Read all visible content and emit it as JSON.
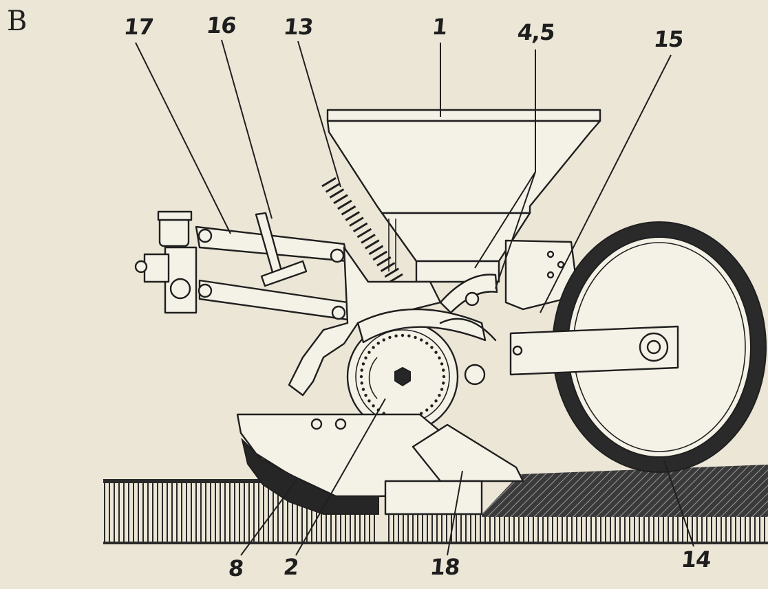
{
  "figure": {
    "panel_letter": "B",
    "callouts": [
      {
        "id": "c17",
        "text": "17"
      },
      {
        "id": "c16",
        "text": "16"
      },
      {
        "id": "c13",
        "text": "13"
      },
      {
        "id": "c1",
        "text": "1"
      },
      {
        "id": "c45",
        "text": "4,5"
      },
      {
        "id": "c15",
        "text": "15"
      },
      {
        "id": "c8",
        "text": "8"
      },
      {
        "id": "c2",
        "text": "2"
      },
      {
        "id": "c18",
        "text": "18"
      },
      {
        "id": "c14",
        "text": "14"
      }
    ]
  }
}
